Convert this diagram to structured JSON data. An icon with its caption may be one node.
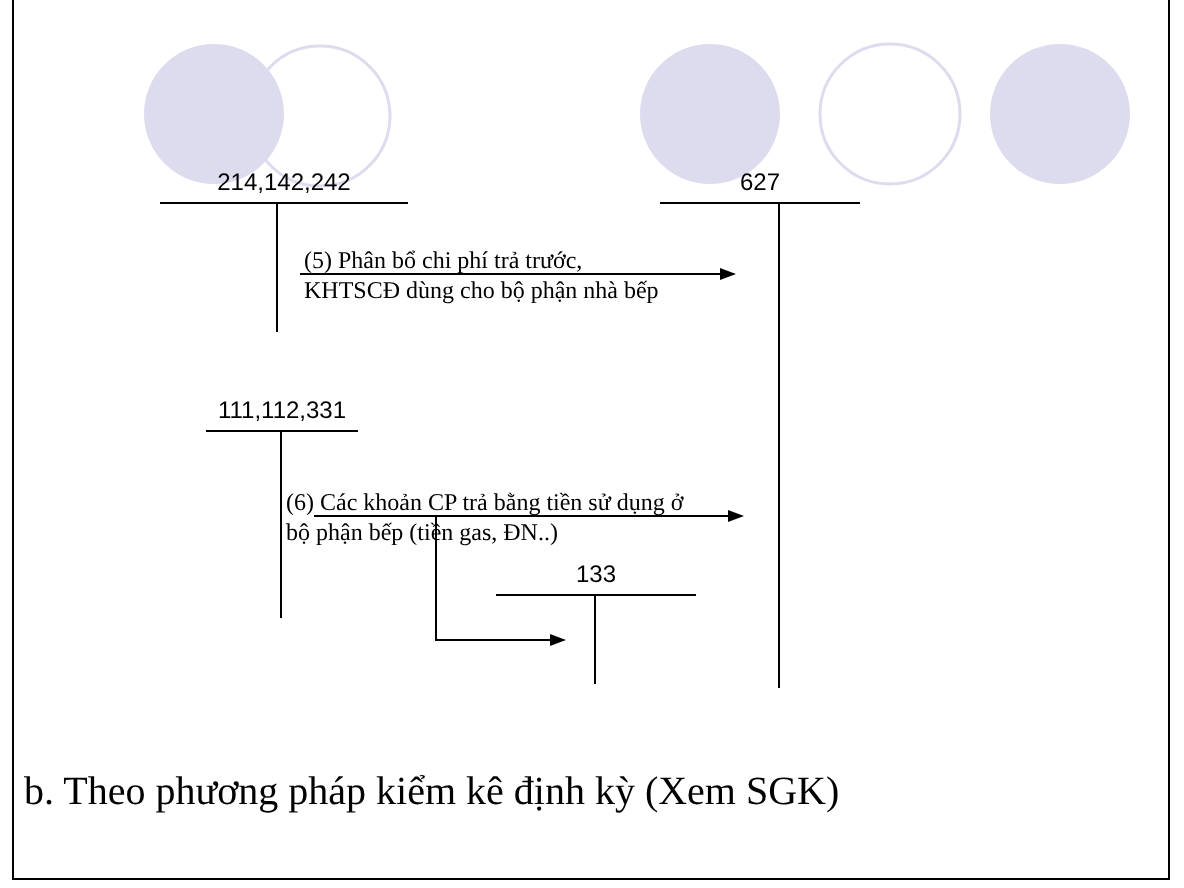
{
  "diagram": {
    "nodes": [
      {
        "text": [
          "214,142,242"
        ]
      },
      {
        "text": [
          "627"
        ]
      },
      {
        "text": [
          "111,112,331"
        ]
      },
      {
        "text": [
          "133"
        ]
      }
    ],
    "edges": [
      {
        "from": 0,
        "to": 1,
        "arrow": "to",
        "label": "(5) Phân bổ chi phí trả trước, KHTSCĐ dùng cho bộ phận nhà bếp"
      },
      {
        "from": 2,
        "to": 1,
        "arrow": "to",
        "label": "(6) Các khoản CP trả bằng tiền sử dụng ở bộ phận bếp (tiền gas, ĐN..)"
      },
      {
        "from": 2,
        "to": 3,
        "arrow": "to"
      }
    ],
    "labels": [
      "b. Theo phương pháp kiểm kê định kỳ (Xem SGK)"
    ]
  }
}
